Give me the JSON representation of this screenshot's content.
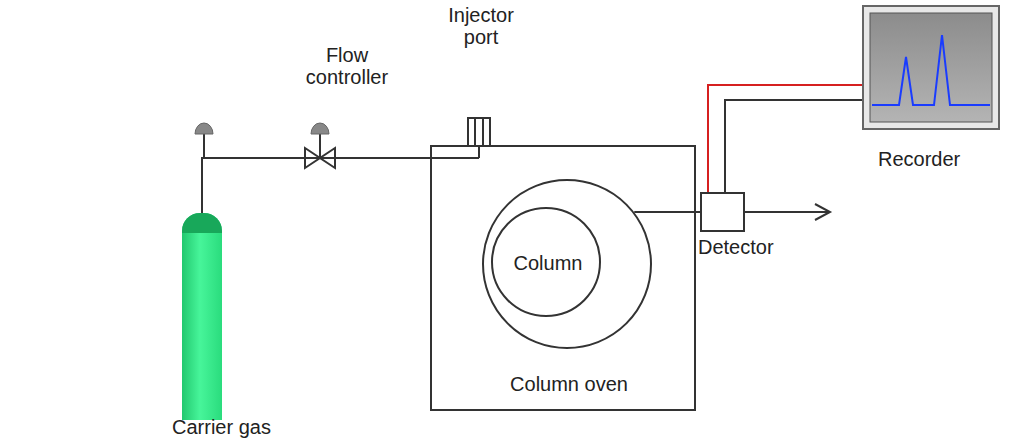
{
  "diagram": {
    "nodes": [
      {
        "text": [
          "Carrier gas"
        ]
      },
      {
        "text": [
          "Column oven"
        ]
      },
      {
        "text": [
          "Column"
        ],
        "in": 1
      },
      {
        "text": [
          "Detector"
        ]
      },
      {
        "text": [
          "Recorder"
        ]
      }
    ],
    "edges": [
      {
        "from": 0,
        "to": 1,
        "arrow": "none"
      },
      {
        "from": 2,
        "to": 3,
        "arrow": "none"
      },
      {
        "from": 3,
        "to": 4,
        "arrow": "none"
      }
    ],
    "labels": [
      "Flow controller",
      "Injector port"
    ]
  }
}
